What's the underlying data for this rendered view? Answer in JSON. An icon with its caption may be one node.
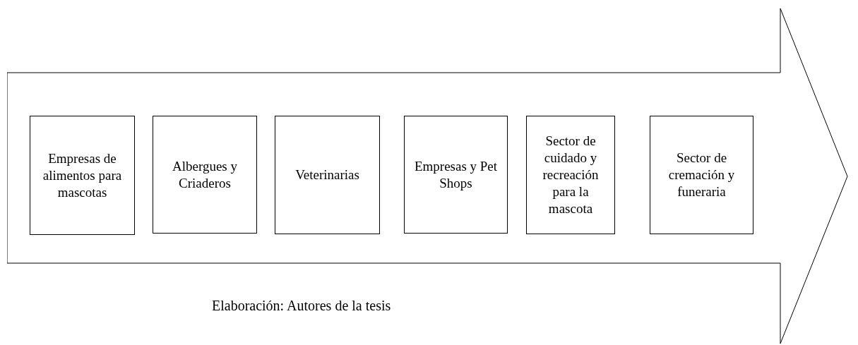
{
  "diagram": {
    "caption": "Elaboración: Autores de la tesis",
    "nodes": [
      {
        "text": [],
        "shape": "arrow"
      },
      {
        "text": [
          "Empresas de alimentos para mascotas"
        ],
        "in": 0
      },
      {
        "text": [
          "Albergues y Criaderos"
        ],
        "in": 0
      },
      {
        "text": [
          "Veterinarias"
        ],
        "in": 0
      },
      {
        "text": [
          "Empresas y Pet Shops"
        ],
        "in": 0
      },
      {
        "text": [
          "Sector de cuidado y recreación para la mascota"
        ],
        "in": 0
      },
      {
        "text": [
          "Sector de cremación y funeraria"
        ],
        "in": 0
      }
    ],
    "edges": []
  }
}
